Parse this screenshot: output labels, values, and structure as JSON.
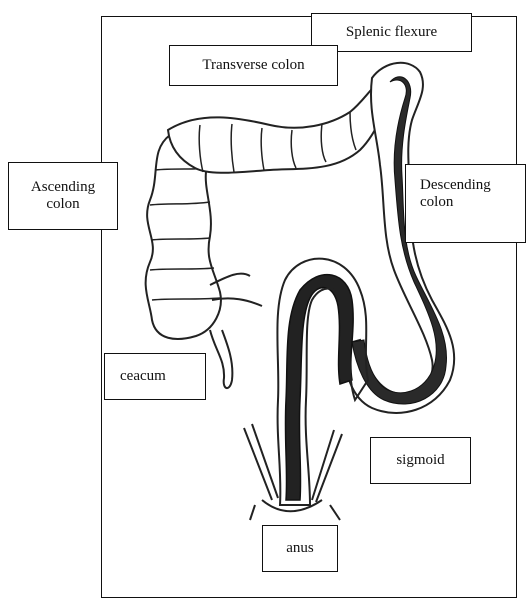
{
  "diagram": {
    "labels": {
      "transverse_colon": "Transverse colon",
      "splenic_flexure": "Splenic flexure",
      "ascending_colon": "Ascending\ncolon",
      "descending_colon": "Descending\ncolon",
      "ceacum": "ceacum",
      "sigmoid": "sigmoid",
      "anus": "anus"
    }
  }
}
